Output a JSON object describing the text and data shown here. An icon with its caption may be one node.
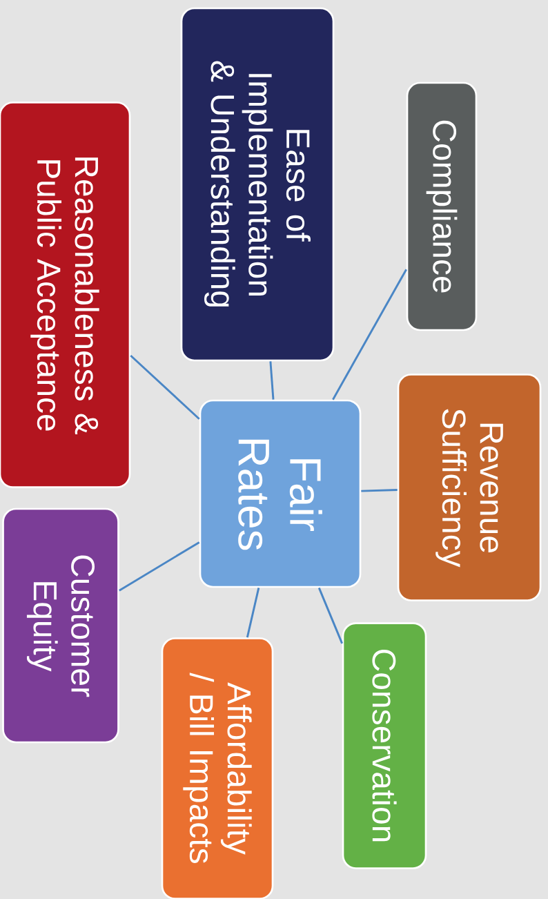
{
  "diagram": {
    "nodes": [
      {
        "text": [
          "Fair Rates"
        ]
      },
      {
        "text": [
          "Compliance"
        ]
      },
      {
        "text": [
          "Ease of Implementation & Understanding"
        ]
      },
      {
        "text": [
          "Reasonableness & Public Acceptance"
        ]
      },
      {
        "text": [
          "Revenue Sufficiency"
        ]
      },
      {
        "text": [
          "Conservation"
        ]
      },
      {
        "text": [
          "Affordability / Bill Impacts"
        ]
      },
      {
        "text": [
          "Customer Equity"
        ]
      }
    ],
    "edges": [
      {
        "from": 0,
        "to": 1,
        "arrow": "none"
      },
      {
        "from": 0,
        "to": 2,
        "arrow": "none"
      },
      {
        "from": 0,
        "to": 3,
        "arrow": "none"
      },
      {
        "from": 0,
        "to": 4,
        "arrow": "none"
      },
      {
        "from": 0,
        "to": 5,
        "arrow": "none"
      },
      {
        "from": 0,
        "to": 6,
        "arrow": "none"
      },
      {
        "from": 0,
        "to": 7,
        "arrow": "none"
      }
    ]
  }
}
